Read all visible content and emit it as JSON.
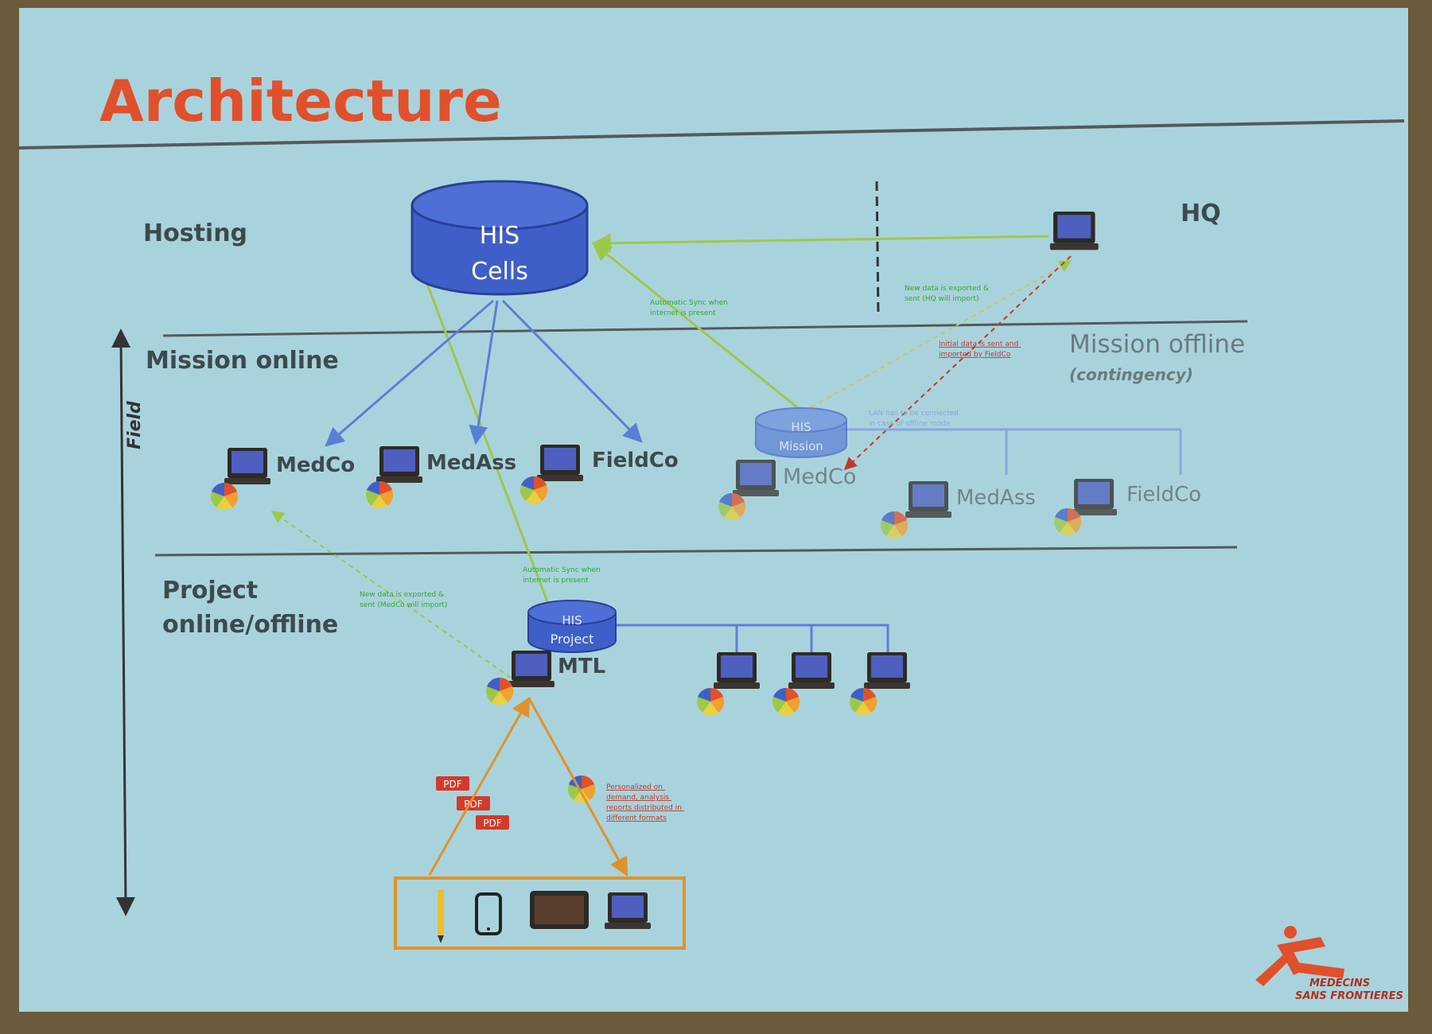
{
  "slide": {
    "title": "Architecture",
    "logo_text": [
      "MEDECINS",
      "SANS FRONTIERES"
    ]
  },
  "zones": {
    "hosting": "Hosting",
    "hq": "HQ",
    "mission_online": "Mission online",
    "mission_offline": "Mission offline",
    "mission_offline_sub": "(contingency)",
    "project_line1": "Project",
    "project_line2": "online/offline",
    "field_axis": "Field"
  },
  "databases": {
    "cells_line1": "HIS",
    "cells_line2": "Cells",
    "mission_line1": "HIS",
    "mission_line2": "Mission",
    "project_line1": "HIS",
    "project_line2": "Project"
  },
  "nodes": {
    "online_medco": "MedCo",
    "online_medass": "MedAss",
    "online_fieldco": "FieldCo",
    "offline_medco": "MedCo",
    "offline_medass": "MedAss",
    "offline_fieldco": "FieldCo",
    "mtl": "MTL"
  },
  "annotations": {
    "sync_top": [
      "Automatic Sync when",
      "internet is present"
    ],
    "sync_project": [
      "Automatic Sync when",
      "internet is present"
    ],
    "hq_export": [
      "New data is exported &",
      "sent (HQ will import)"
    ],
    "initial_data": [
      "Initial data is sent and",
      "imported by FieldCo"
    ],
    "lan": [
      "LAN has to be connected",
      "in case of offline mode"
    ],
    "project_export": [
      "New data is exported &",
      "sent (MedCo will import)"
    ],
    "reports": [
      "Personalized on",
      "demand, analysis",
      "reports distributed in",
      "different formats"
    ]
  },
  "pdf_badges": [
    "PDF",
    "PDF",
    "PDF"
  ],
  "colors": {
    "screen_bg": "#a9d3dc",
    "title_red": "#e0502b",
    "db_blue": "#3f5fc8",
    "line_blue": "#5a7fd6",
    "green": "#9cc84a",
    "orange": "#e0922a",
    "frame": "#6b5a3c"
  }
}
